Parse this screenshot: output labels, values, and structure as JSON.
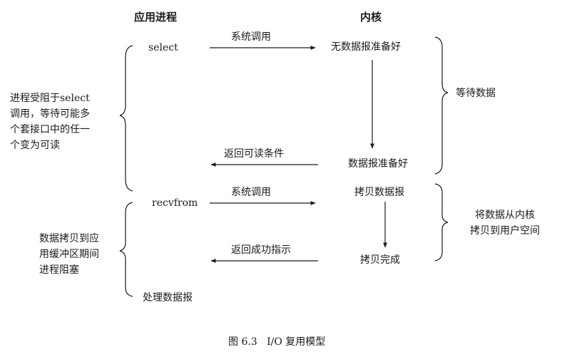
{
  "headers": {
    "app_process": "应用进程",
    "kernel": "内核"
  },
  "app_steps": {
    "select": "select",
    "recvfrom": "recvfrom",
    "process_datagram": "处理数据报"
  },
  "messages": {
    "syscall_1": "系统调用",
    "return_readable": "返回可读条件",
    "syscall_2": "系统调用",
    "return_success": "返回成功指示"
  },
  "kernel_states": {
    "no_datagram_ready": "无数据报准备好",
    "datagram_ready": "数据报准备好",
    "copy_datagram": "拷贝数据报",
    "copy_complete": "拷贝完成"
  },
  "left_notes": {
    "blocked_in_select": [
      "进程受阻于select",
      "调用，等待可能多",
      "个套接口中的任一",
      "个变为可读"
    ],
    "blocked_during_copy": [
      "数据拷贝到应",
      "用缓冲区期间",
      "进程阻塞"
    ]
  },
  "right_notes": {
    "wait_for_data": "等待数据",
    "copy_to_user": [
      "将数据从内核",
      "拷贝到用户空间"
    ]
  },
  "caption": {
    "figure_number": "图 6.3",
    "title": "I/O 复用模型"
  }
}
